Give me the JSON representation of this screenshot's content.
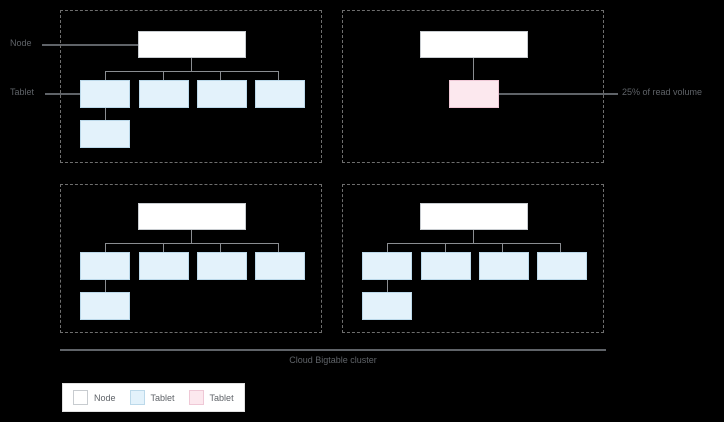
{
  "diagram": {
    "caption": "Cloud Bigtable cluster",
    "side_labels": {
      "node": "Node",
      "tablet": "Tablet"
    },
    "annotation": {
      "hot_tablet": "25% of read volume"
    },
    "colors": {
      "node_fill": "#ffffff",
      "tablet_fill": "#e3f2fb",
      "hot_tablet_fill": "#fce8ee",
      "line": "#8a8d91",
      "group_border": "#6e6e6e",
      "text": "#5f6368",
      "background": "#000000"
    },
    "groups": [
      {
        "id": "group-1",
        "node_count": 1,
        "tablet_count": 5,
        "hot_tablet_count": 0
      },
      {
        "id": "group-2",
        "node_count": 1,
        "tablet_count": 0,
        "hot_tablet_count": 1
      },
      {
        "id": "group-3",
        "node_count": 1,
        "tablet_count": 5,
        "hot_tablet_count": 0
      },
      {
        "id": "group-4",
        "node_count": 1,
        "tablet_count": 5,
        "hot_tablet_count": 0
      }
    ]
  },
  "legend": {
    "items": [
      {
        "label": "Node",
        "color": "#ffffff",
        "swatch_name": "node-swatch"
      },
      {
        "label": "Tablet",
        "color": "#e3f2fb",
        "swatch_name": "tablet-swatch"
      },
      {
        "label": "Tablet",
        "color": "#fce8ee",
        "swatch_name": "hot-tablet-swatch"
      }
    ]
  }
}
